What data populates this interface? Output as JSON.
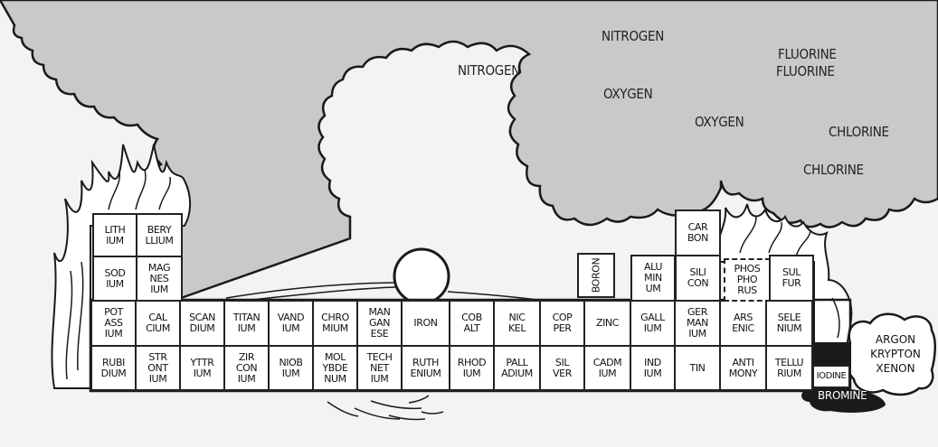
{
  "gas_labels": [
    "NITROGEN",
    "NITROGEN",
    "OXYGEN",
    "OXYGEN",
    "FLUORINE",
    "FLUORINE",
    "CHLORINE",
    "CHLORINE"
  ],
  "cells": [
    "LITH\nIUM",
    "BERY\nLLIUM",
    "SOD\nIUM",
    "MAG\nNES\nIUM",
    "POT\nASS\nIUM",
    "CAL\nCIUM",
    "SCAN\nDIUM",
    "TITAN\nIUM",
    "VAND\nIUM",
    "CHRO\nMIUM",
    "MAN\nGAN\nESE",
    "IRON",
    "COB\nALT",
    "NIC\nKEL",
    "COP\nPER",
    "ZINC",
    "GALL\nIUM",
    "GER\nMAN\nIUM",
    "ARS\nENIC",
    "SELE\nNIUM",
    "RUBI\nDIUM",
    "STR\nONT\nIUM",
    "YTTR\nIUM",
    "ZIR\nCON\nIUM",
    "NIOB\nIUM",
    "MOL\nYBDE\nNUM",
    "TECH\nNET\nIUM",
    "RUTH\nENIUM",
    "RHOD\nIUM",
    "PALL\nADIUM",
    "SIL\nVER",
    "CADM\nIUM",
    "IND\nIUM",
    "TIN",
    "ANTI\nMONY",
    "TELLU\nRIUM",
    "CAR\nBON",
    "ALU\nMIN\nUM",
    "SILI\nCON",
    "PHOS\nPHO\nRUS",
    "SUL\nFUR",
    "IODINE"
  ],
  "boron": "BORON",
  "bromine": "BROMINE",
  "noble_gases": "ARGON\nKRYPTON\nXENON"
}
